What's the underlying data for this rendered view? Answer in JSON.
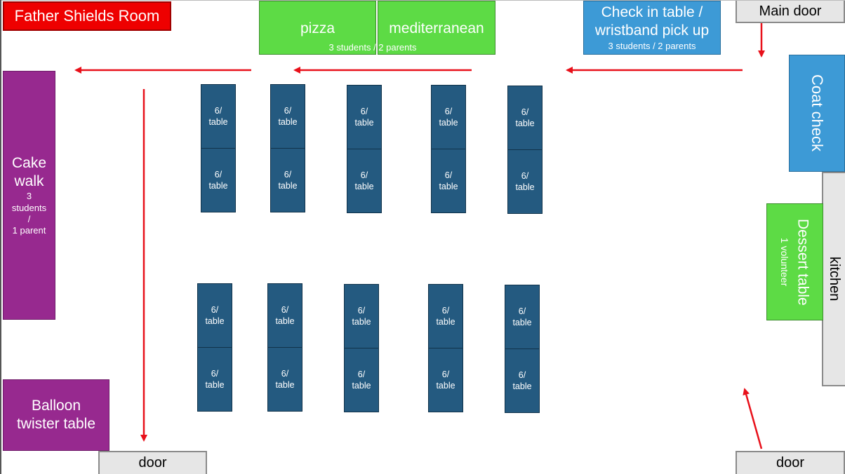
{
  "room": {
    "father_shields": "Father Shields Room",
    "main_door": "Main door",
    "door_left": "door",
    "door_right": "door"
  },
  "stations": {
    "pizza": {
      "label": "pizza",
      "staff": "3 students / 2 parents"
    },
    "mediterranean": {
      "label": "mediterranean"
    },
    "checkin": {
      "line1": "Check in table /",
      "line2": "wristband pick up",
      "staff": "3 students / 2 parents"
    },
    "coat_check": {
      "label": "Coat check"
    },
    "cake_walk": {
      "line1": "Cake",
      "line2": "walk",
      "staff1": "3",
      "staff2": "students",
      "staff3": "/",
      "staff4": "1 parent"
    },
    "balloon": {
      "line1": "Balloon",
      "line2": "twister table"
    },
    "dessert": {
      "label": "Dessert table",
      "staff": "1 volunteer"
    },
    "kitchen": {
      "label": "kitchen"
    }
  },
  "tables": {
    "label": "6/\ntable"
  },
  "colors": {
    "arrow": "#e8101a",
    "table": "#245a80",
    "green": "#5ddb45",
    "blue": "#3d9ad6",
    "purple": "#97298f",
    "red": "#ee0000"
  }
}
